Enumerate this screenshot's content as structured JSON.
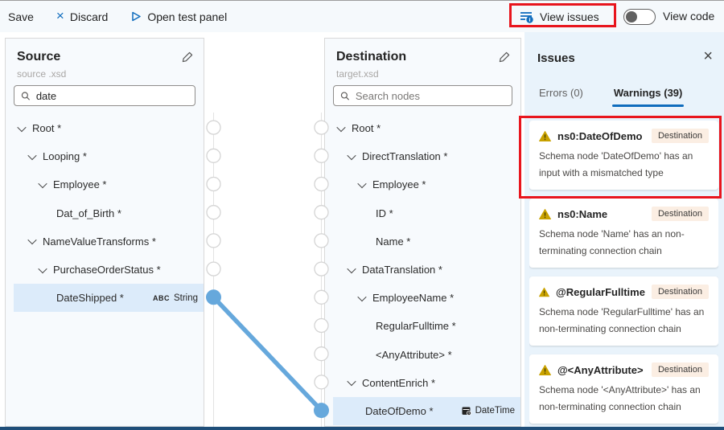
{
  "toolbar": {
    "save": "Save",
    "discard": "Discard",
    "open_test_panel": "Open test panel",
    "view_issues": "View issues",
    "view_code": "View code"
  },
  "source_panel": {
    "title": "Source",
    "subtitle": "source .xsd",
    "search_value": "date",
    "nodes": [
      {
        "label": "Root *",
        "level": 0,
        "expandable": true
      },
      {
        "label": "Looping *",
        "level": 1,
        "expandable": true
      },
      {
        "label": "Employee *",
        "level": 2,
        "expandable": true
      },
      {
        "label": "Dat_of_Birth *",
        "level": 3,
        "expandable": false
      },
      {
        "label": "NameValueTransforms *",
        "level": 1,
        "expandable": true
      },
      {
        "label": "PurchaseOrderStatus *",
        "level": 2,
        "expandable": true
      },
      {
        "label": "DateShipped *",
        "level": 3,
        "expandable": false,
        "selected": true,
        "badge": {
          "abc": "ABC",
          "text": "String"
        }
      }
    ]
  },
  "destination_panel": {
    "title": "Destination",
    "subtitle": "target.xsd",
    "search_placeholder": "Search nodes",
    "nodes": [
      {
        "label": "Root *",
        "level": 0,
        "expandable": true
      },
      {
        "label": "DirectTranslation *",
        "level": 1,
        "expandable": true
      },
      {
        "label": "Employee *",
        "level": 2,
        "expandable": true
      },
      {
        "label": "ID *",
        "level": 3,
        "expandable": false
      },
      {
        "label": "Name *",
        "level": 3,
        "expandable": false
      },
      {
        "label": "DataTranslation *",
        "level": 1,
        "expandable": true
      },
      {
        "label": "EmployeeName *",
        "level": 2,
        "expandable": true
      },
      {
        "label": "RegularFulltime *",
        "level": 3,
        "expandable": false
      },
      {
        "label": "<AnyAttribute> *",
        "level": 3,
        "expandable": false
      },
      {
        "label": "ContentEnrich *",
        "level": 1,
        "expandable": true
      },
      {
        "label": "DateOfDemo *",
        "level": 2,
        "expandable": false,
        "selected": true,
        "badge": {
          "icon": "datetime",
          "text": "DateTime"
        }
      }
    ]
  },
  "mapping": {
    "connections": [
      {
        "source": "DateShipped *",
        "destination": "DateOfDemo *"
      }
    ]
  },
  "issues_panel": {
    "title": "Issues",
    "tabs": [
      {
        "label": "Errors (0)",
        "active": false
      },
      {
        "label": "Warnings (39)",
        "active": true
      }
    ],
    "warnings": [
      {
        "title": "ns0:DateOfDemo",
        "badge": "Destination",
        "message": "Schema node 'DateOfDemo' has an input with a mismatched type",
        "highlighted": true
      },
      {
        "title": "ns0:Name",
        "badge": "Destination",
        "message": "Schema node 'Name' has an non-terminating connection chain",
        "highlighted": false
      },
      {
        "title": "@RegularFulltime",
        "badge": "Destination",
        "message": "Schema node 'RegularFulltime' has an non-terminating connection chain",
        "highlighted": false
      },
      {
        "title": "@<AnyAttribute>",
        "badge": "Destination",
        "message": "Schema node '<AnyAttribute>' has an non-terminating connection chain",
        "highlighted": false
      }
    ]
  },
  "colors": {
    "accent": "#0f6cbd",
    "connection": "#66a8dc",
    "selected_row": "#dcebfa",
    "warning_icon": "#c9a200",
    "destination_badge_bg": "#fbeee3",
    "issues_bg": "#e9f3fb",
    "panel_bg": "#f7fafd",
    "toolbar_bg": "#f5f9fc",
    "highlight_red": "#e8151d",
    "bottom_bar": "#1f4e79"
  }
}
